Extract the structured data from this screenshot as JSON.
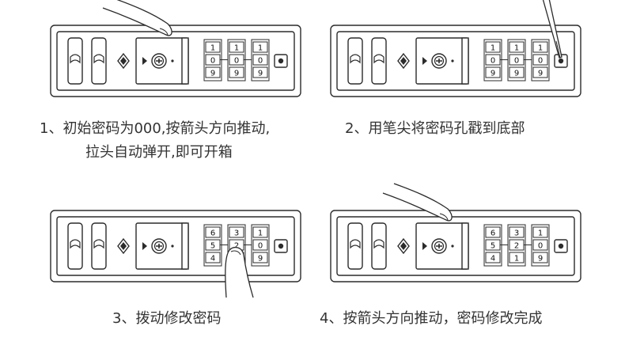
{
  "colors": {
    "line": "#2b2b2b",
    "fill": "#ffffff",
    "text": "#333333"
  },
  "steps": [
    {
      "caption_line1": "1、初始密码为000,按箭头方向推动,",
      "caption_line2": "拉头自动弹开,即可开箱",
      "wheels": [
        [
          "1",
          "0",
          "9"
        ],
        [
          "1",
          "0",
          "9"
        ],
        [
          "1",
          "0",
          "9"
        ]
      ],
      "hand": "finger-push"
    },
    {
      "caption_line1": "2、用笔尖将密码孔戳到底部",
      "wheels": [
        [
          "1",
          "0",
          "9"
        ],
        [
          "1",
          "0",
          "9"
        ],
        [
          "1",
          "0",
          "9"
        ]
      ],
      "hand": "pen-tip"
    },
    {
      "caption_line1": "3、拨动修改密码",
      "wheels": [
        [
          "6",
          "5",
          "4"
        ],
        [
          "3",
          "2",
          "1"
        ],
        [
          "1",
          "0",
          "9"
        ]
      ],
      "hand": "finger-dial"
    },
    {
      "caption_line1": "4、按箭头方向推动，密码修改完成",
      "wheels": [
        [
          "6",
          "5",
          "4"
        ],
        [
          "3",
          "2",
          "1"
        ],
        [
          "1",
          "0",
          "9"
        ]
      ],
      "hand": "finger-push"
    }
  ]
}
